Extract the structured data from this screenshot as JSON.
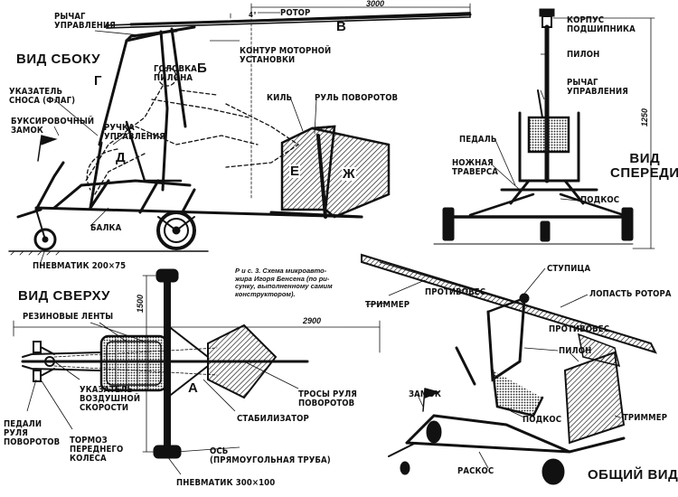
{
  "views": {
    "side": "ВИД СБОКУ",
    "front": "ВИД\nСПЕРЕДИ",
    "top": "ВИД СВЕРХУ",
    "general": "ОБЩИЙ ВИД"
  },
  "side_labels": {
    "control_lever": "РЫЧАГ\nУПРАВЛЕНИЯ",
    "rotor": "РОТОР",
    "angle": "4°",
    "length": "3000",
    "engine_outline": "КОНТУР МОТОРНОЙ\nУСТАНОВКИ",
    "pylon_head": "ГОЛОВКА\nПИЛОНА",
    "drift_indicator": "УКАЗАТЕЛЬ\nСНОСА (ФЛАГ)",
    "tow_lock": "БУКСИРОВОЧНЫЙ\nЗАМОК",
    "control_handle": "РУЧКА\nУПРАВЛЕНИЯ",
    "keel": "КИЛЬ",
    "rudder": "РУЛЬ ПОВОРОТОВ",
    "beam": "БАЛКА",
    "tire": "ПНЕВМАТИК 200×75",
    "letter_v": "В",
    "letter_g": "Г",
    "letter_b": "Б",
    "letter_d": "Д",
    "letter_e": "Е",
    "letter_zh": "Ж"
  },
  "front_labels": {
    "bearing_housing": "КОРПУС\nПОДШИПНИКА",
    "pylon": "ПИЛОН",
    "control_lever": "РЫЧАГ\nУПРАВЛЕНИЯ",
    "height": "1250",
    "pedal": "ПЕДАЛЬ",
    "foot_bar": "НОЖНАЯ\nТРАВЕРСА",
    "strut": "ПОДКОС"
  },
  "caption": "Р и с. 3. Схема микроавто-\nжира Игоря Бенсена (по ри-\nсунку, выполненному самим\nконструктором).",
  "top_labels": {
    "rubber_bands": "РЕЗИНОВЫЕ ЛЕНТЫ",
    "width": "1500",
    "length": "2900",
    "airspeed": "УКАЗАТЕЛЬ\nВОЗДУШНОЙ\nСКОРОСТИ",
    "front_brake": "ТОРМОЗ\nПЕРЕДНЕГО\nКОЛЕСА",
    "rudder_pedals": "ПЕДАЛИ\nРУЛЯ\nПОВОРОТОВ",
    "letter_a": "А",
    "rudder_cables": "ТРОСЫ РУЛЯ\nПОВОРОТОВ",
    "stabilizer": "СТАБИЛИЗАТОР",
    "axle": "ОСЬ\n(ПРЯМОУГОЛЬНАЯ ТРУБА)",
    "tire": "ПНЕВМАТИК 300×100"
  },
  "general_labels": {
    "hub": "СТУПИЦА",
    "counterweight_top": "ПРОТИВОВЕС",
    "trimmer_top": "ТРИММЕР",
    "rotor_blade": "ЛОПАСТЬ РОТОРА",
    "counterweight": "ПРОТИВОВЕС",
    "pylon": "ПИЛОН",
    "lock": "ЗАМОК",
    "strut": "ПОДКОС",
    "trimmer": "ТРИММЕР",
    "brace": "РАСКОС"
  }
}
